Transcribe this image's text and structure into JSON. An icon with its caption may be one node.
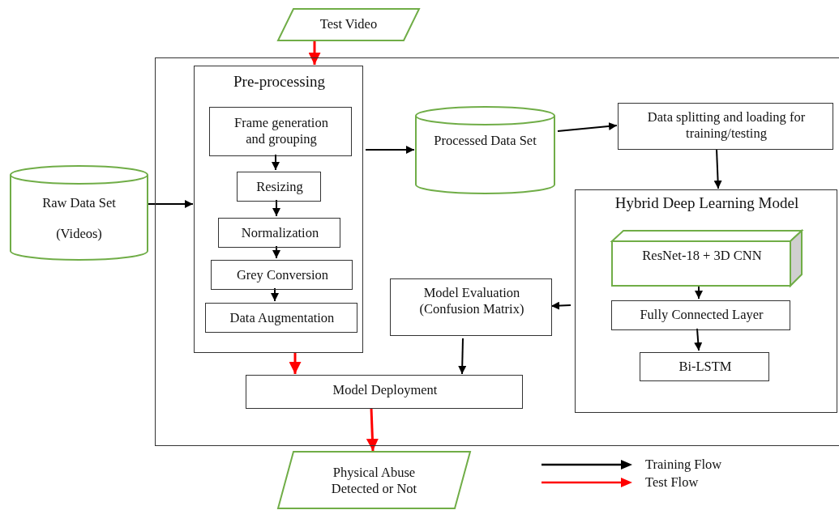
{
  "diagram": {
    "nodes": [
      {
        "text": [
          "Test Video"
        ]
      },
      {
        "text": [],
        "shape": "box"
      },
      {
        "text": [
          "Pre-processing"
        ],
        "in": 1
      },
      {
        "text": [
          "Frame generation and grouping"
        ],
        "in": 2
      },
      {
        "text": [
          "Resizing"
        ],
        "in": 2
      },
      {
        "text": [
          "Normalization"
        ],
        "in": 2
      },
      {
        "text": [
          "Grey Conversion"
        ],
        "in": 2
      },
      {
        "text": [
          "Data Augmentation"
        ],
        "in": 2
      },
      {
        "text": [
          "Raw Data Set",
          "(Videos)"
        ]
      },
      {
        "text": [
          "Processed Data Set"
        ],
        "in": 1
      },
      {
        "text": [
          "Data splitting and loading for training/testing"
        ],
        "in": 1
      },
      {
        "text": [
          "Hybrid Deep Learning Model"
        ],
        "in": 1
      },
      {
        "text": [
          "ResNet-18 + 3D CNN"
        ],
        "in": 11
      },
      {
        "text": [
          "Fully Connected Layer"
        ],
        "in": 11
      },
      {
        "text": [
          "Bi-LSTM"
        ],
        "in": 11
      },
      {
        "text": [
          "Model Evaluation (Confusion Matrix)"
        ],
        "in": 1
      },
      {
        "text": [
          "Model Deployment"
        ],
        "in": 1
      },
      {
        "text": [
          "Physical Abuse Detected or Not"
        ]
      }
    ],
    "edges": [
      {
        "from": 0,
        "to": 2,
        "arrow": "to",
        "color": "#ff0000"
      },
      {
        "from": 3,
        "to": 4,
        "arrow": "to"
      },
      {
        "from": 4,
        "to": 5,
        "arrow": "to"
      },
      {
        "from": 5,
        "to": 6,
        "arrow": "to"
      },
      {
        "from": 6,
        "to": 7,
        "arrow": "to"
      },
      {
        "from": 8,
        "to": 2,
        "arrow": "to"
      },
      {
        "from": 2,
        "to": 9,
        "arrow": "to"
      },
      {
        "from": 9,
        "to": 10,
        "arrow": "to"
      },
      {
        "from": 10,
        "to": 11,
        "arrow": "to"
      },
      {
        "from": 12,
        "to": 13,
        "arrow": "to"
      },
      {
        "from": 13,
        "to": 14,
        "arrow": "to"
      },
      {
        "from": 11,
        "to": 15,
        "arrow": "to"
      },
      {
        "from": 15,
        "to": 16,
        "arrow": "to"
      },
      {
        "from": 2,
        "to": 16,
        "arrow": "to",
        "color": "#ff0000"
      },
      {
        "from": 16,
        "to": 17,
        "arrow": "to",
        "color": "#ff0000"
      }
    ],
    "legend": [
      {
        "text": "Training Flow"
      },
      {
        "text": "Test Flow"
      }
    ]
  }
}
